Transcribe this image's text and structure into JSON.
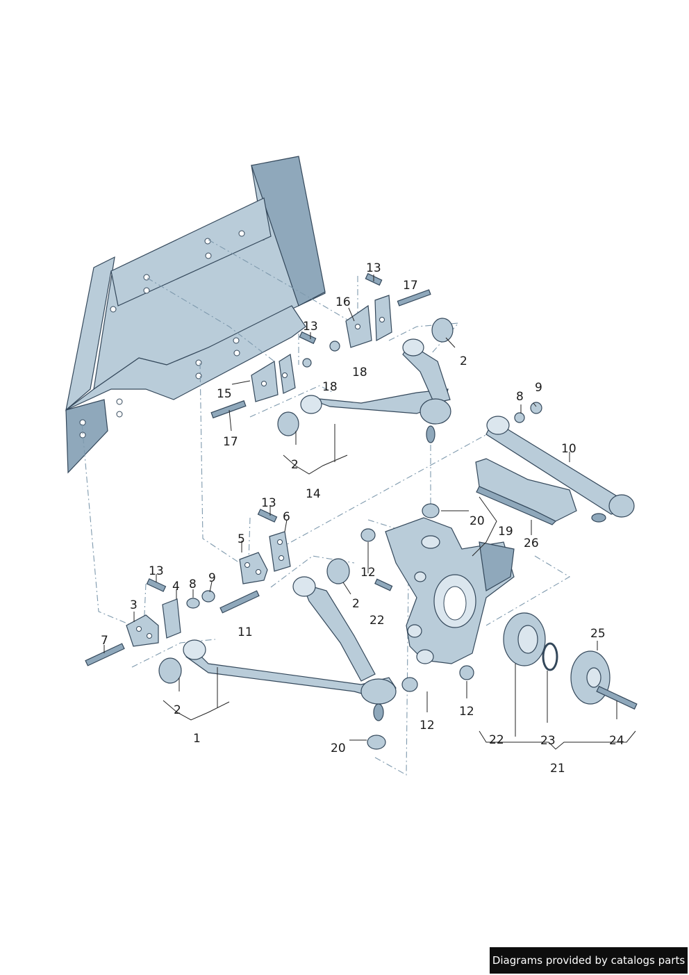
{
  "callouts": [
    {
      "id": "c13a",
      "text": "13"
    },
    {
      "id": "c17a",
      "text": "17"
    },
    {
      "id": "c16",
      "text": "16"
    },
    {
      "id": "c13b",
      "text": "13"
    },
    {
      "id": "c2a",
      "text": "2"
    },
    {
      "id": "c18a",
      "text": "18"
    },
    {
      "id": "c15",
      "text": "15"
    },
    {
      "id": "c18b",
      "text": "18"
    },
    {
      "id": "c9a",
      "text": "9"
    },
    {
      "id": "c8a",
      "text": "8"
    },
    {
      "id": "c17b",
      "text": "17"
    },
    {
      "id": "c10",
      "text": "10"
    },
    {
      "id": "c2b",
      "text": "2"
    },
    {
      "id": "c14",
      "text": "14"
    },
    {
      "id": "c13c",
      "text": "13"
    },
    {
      "id": "c6",
      "text": "6"
    },
    {
      "id": "c20a",
      "text": "20"
    },
    {
      "id": "c19",
      "text": "19"
    },
    {
      "id": "c5",
      "text": "5"
    },
    {
      "id": "c26",
      "text": "26"
    },
    {
      "id": "c13d",
      "text": "13"
    },
    {
      "id": "c4",
      "text": "4"
    },
    {
      "id": "c8b",
      "text": "8"
    },
    {
      "id": "c9b",
      "text": "9"
    },
    {
      "id": "c12a",
      "text": "12"
    },
    {
      "id": "c2c",
      "text": "2"
    },
    {
      "id": "c3",
      "text": "3"
    },
    {
      "id": "c22a",
      "text": "22"
    },
    {
      "id": "c11",
      "text": "11"
    },
    {
      "id": "c7",
      "text": "7"
    },
    {
      "id": "c25",
      "text": "25"
    },
    {
      "id": "c2d",
      "text": "2"
    },
    {
      "id": "c12b",
      "text": "12"
    },
    {
      "id": "c1",
      "text": "1"
    },
    {
      "id": "c12c",
      "text": "12"
    },
    {
      "id": "c20b",
      "text": "20"
    },
    {
      "id": "c22b",
      "text": "22"
    },
    {
      "id": "c23",
      "text": "23"
    },
    {
      "id": "c24",
      "text": "24"
    },
    {
      "id": "c21",
      "text": "21"
    }
  ],
  "watermark": "Diagrams provided by catalogs parts",
  "colors": {
    "part_fill": "#b9ccd9",
    "part_dark": "#8fa8bb",
    "outline": "#33475a",
    "leader": "#7e99ad"
  }
}
